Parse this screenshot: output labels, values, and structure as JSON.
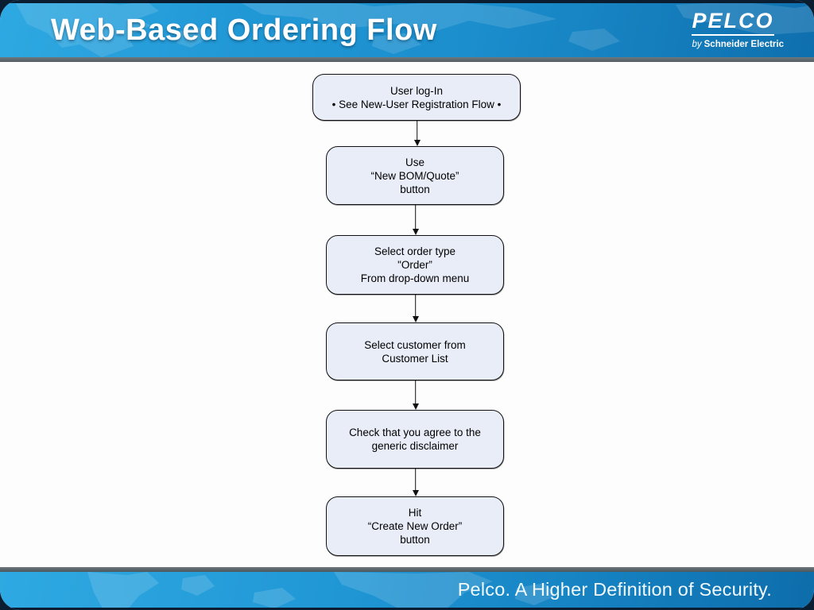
{
  "slide": {
    "title": "Web-Based Ordering Flow"
  },
  "logo": {
    "brand": "PELCO",
    "byline_prefix": "by",
    "byline": "Schneider Electric"
  },
  "flowchart": {
    "steps": [
      {
        "lines": [
          "User log-In",
          "• See New-User Registration Flow •"
        ]
      },
      {
        "lines": [
          "Use",
          "“New BOM/Quote”",
          "button"
        ]
      },
      {
        "lines": [
          "Select order type",
          "\"Order”",
          "From drop-down menu"
        ]
      },
      {
        "lines": [
          "Select customer from",
          "Customer List"
        ]
      },
      {
        "lines": [
          "Check that you agree to the",
          "generic disclaimer"
        ]
      },
      {
        "lines": [
          "Hit",
          "“Create New Order”",
          "button"
        ]
      }
    ]
  },
  "footer": {
    "tagline": "Pelco. A Higher Definition of Security."
  },
  "colors": {
    "header_blue": "#1f97d6",
    "footer_blue": "#1f97d6",
    "frame_navy": "#0a1d31",
    "separator_gray": "#5c666d",
    "box_fill": "#e9edf8",
    "box_border": "#111111",
    "title_white": "#ffffff"
  }
}
